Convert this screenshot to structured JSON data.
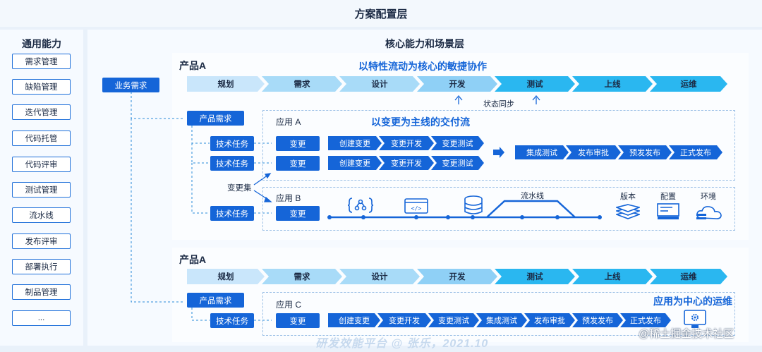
{
  "top_title": "方案配置层",
  "left": {
    "title": "通用能力",
    "items": [
      "需求管理",
      "缺陷管理",
      "迭代管理",
      "代码托管",
      "代码评审",
      "测试管理",
      "流水线",
      "发布评审",
      "部署执行",
      "制品管理",
      "..."
    ]
  },
  "main": {
    "title": "核心能力和场景层",
    "biz_req": "业务需求",
    "product1": {
      "title": "产品A",
      "heading": "以特性流动为核心的敏捷协作",
      "stages": [
        "规划",
        "需求",
        "设计",
        "开发",
        "测试",
        "上线",
        "运维"
      ],
      "sync": "状态同步",
      "prod_req": "产品需求",
      "tech_task": "技术任务",
      "change_set": "变更集",
      "app_a": {
        "label": "应用 A",
        "heading": "以变更为主线的交付流",
        "change": "变更",
        "flow1": [
          "创建变更",
          "变更开发",
          "变更测试"
        ],
        "flow2": [
          "集成测试",
          "发布审批",
          "预发发布",
          "正式发布"
        ]
      },
      "app_b": {
        "label": "应用 B",
        "change": "变更",
        "pipeline": "流水线",
        "labels": [
          "版本",
          "配置",
          "环境"
        ]
      }
    },
    "product2": {
      "title": "产品A",
      "stages": [
        "规划",
        "需求",
        "设计",
        "开发",
        "测试",
        "上线",
        "运维"
      ],
      "prod_req": "产品需求",
      "tech_task": "技术任务",
      "app_c": {
        "label": "应用 C",
        "heading": "应用为中心的运维",
        "change": "变更",
        "flow": [
          "创建变更",
          "变更开发",
          "变更测试",
          "集成测试",
          "发布审批",
          "预发发布",
          "正式发布"
        ]
      }
    }
  },
  "watermark": "研发效能平台 @ 张乐，2021.10",
  "corner_mark": "@稀土掘金技术社区",
  "colors": {
    "blue": "#1565d8",
    "stage_light": "#c9e6fb",
    "stage_mid": "#8fd0f6",
    "stage_bright": "#2ab7f0"
  }
}
